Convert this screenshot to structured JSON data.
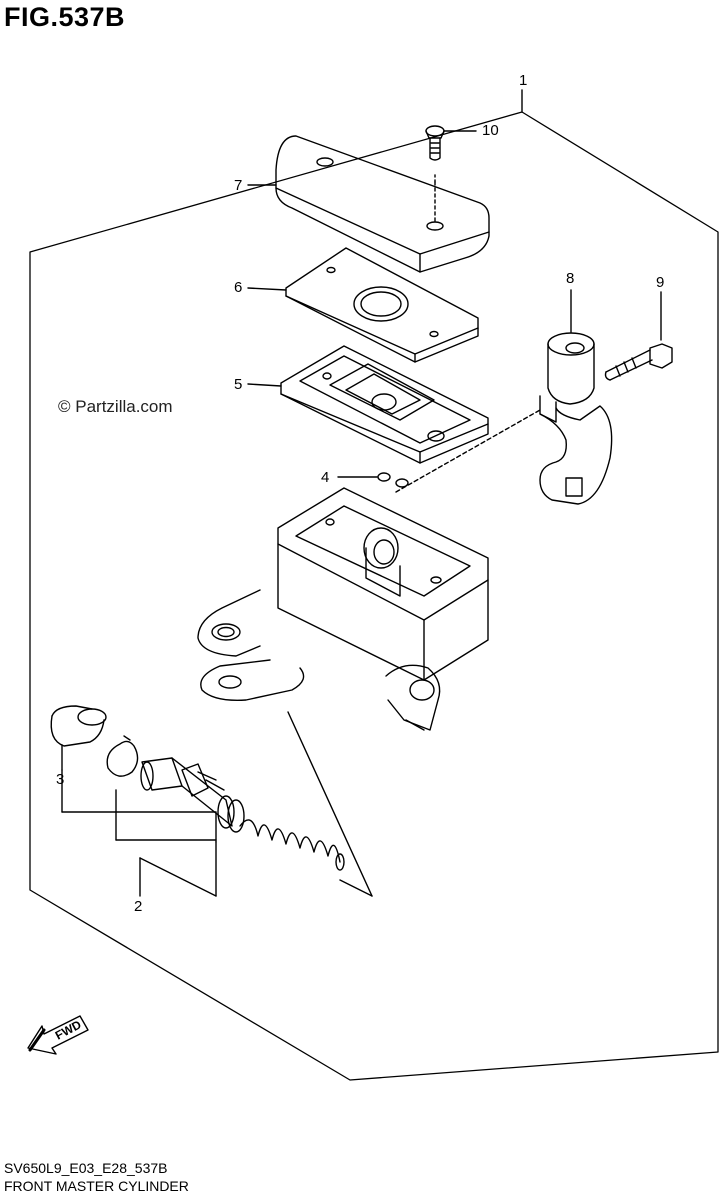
{
  "figure": {
    "title": "FIG.537B",
    "watermark": "© Partzilla.com",
    "footer_code": "SV650L9_E03_E28_537B",
    "footer_name": "FRONT MASTER CYLINDER",
    "fwd_label": "FWD"
  },
  "callouts": [
    {
      "id": "1",
      "label": "1"
    },
    {
      "id": "2",
      "label": "2"
    },
    {
      "id": "3",
      "label": "3"
    },
    {
      "id": "4",
      "label": "4"
    },
    {
      "id": "5",
      "label": "5"
    },
    {
      "id": "6",
      "label": "6"
    },
    {
      "id": "7",
      "label": "7"
    },
    {
      "id": "8",
      "label": "8"
    },
    {
      "id": "9",
      "label": "9"
    },
    {
      "id": "10",
      "label": "10"
    }
  ]
}
